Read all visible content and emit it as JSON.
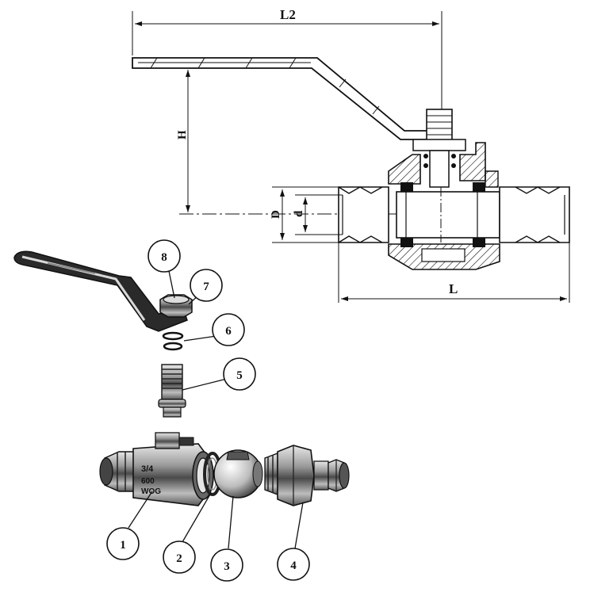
{
  "dimensions": {
    "overall_length_handle": "L2",
    "height": "H",
    "outer_diameter": "D",
    "inner_diameter": "d",
    "body_length": "L"
  },
  "callouts": [
    "8",
    "7",
    "6",
    "5",
    "1",
    "2",
    "3",
    "4"
  ],
  "body_markings": {
    "size": "3/4",
    "pressure_line1": "600",
    "pressure_line2": "WOG"
  }
}
